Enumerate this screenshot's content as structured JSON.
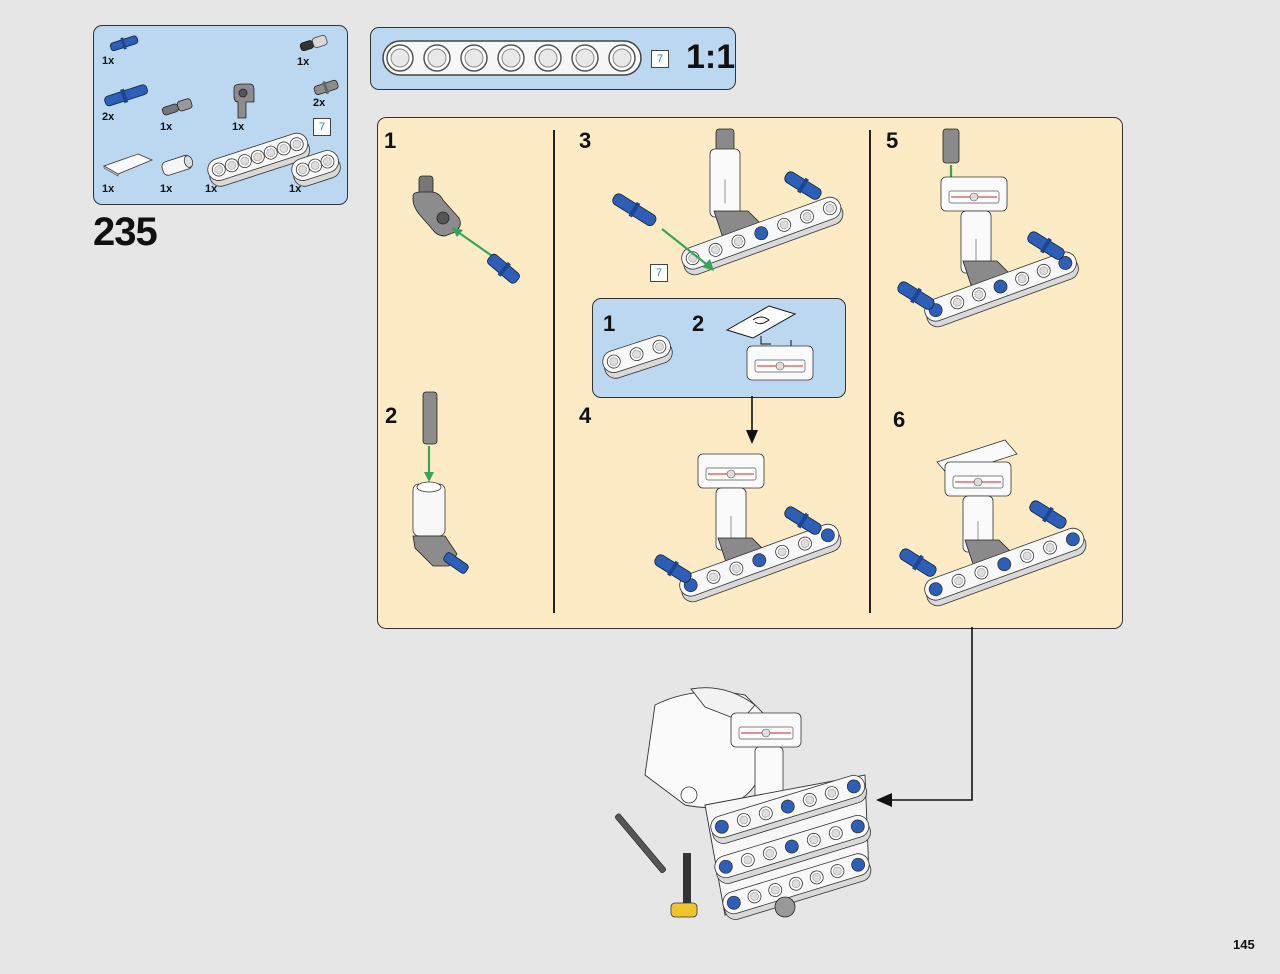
{
  "page_number": "145",
  "step_number": "235",
  "parts_list": {
    "items": [
      {
        "qty": "1x",
        "name": "blue-axle-pin-icon"
      },
      {
        "qty": "1x",
        "name": "black-pin-icon"
      },
      {
        "qty": "2x",
        "name": "blue-long-pin-icon"
      },
      {
        "qty": "1x",
        "name": "gray-axle-pin-icon"
      },
      {
        "qty": "1x",
        "name": "gray-angle-connector-icon"
      },
      {
        "qty": "2x",
        "name": "gray-pin-icon"
      },
      {
        "qty": "1x",
        "name": "white-tile-icon"
      },
      {
        "qty": "1x",
        "name": "white-axle-connector-icon"
      },
      {
        "qty": "1x",
        "name": "white-beam-7-icon"
      },
      {
        "qty": "1x",
        "name": "white-beam-3-icon"
      }
    ],
    "length_label": "7"
  },
  "scale_box": {
    "length_label": "7",
    "ratio": "1:1",
    "hole_count": 7
  },
  "substeps": {
    "s1": "1",
    "s2": "2",
    "s3": "3",
    "s4": "4",
    "s5": "5",
    "s6": "6",
    "s3_length_label": "7",
    "inset_1": "1",
    "inset_2": "2"
  },
  "colors": {
    "blue_panel": "#bcd8f1",
    "cream_panel": "#fdebc6",
    "background": "#e6e6e6",
    "arrow_green": "#3aa35a",
    "part_blue": "#2d5fb8",
    "part_gray": "#8a8a8a"
  }
}
